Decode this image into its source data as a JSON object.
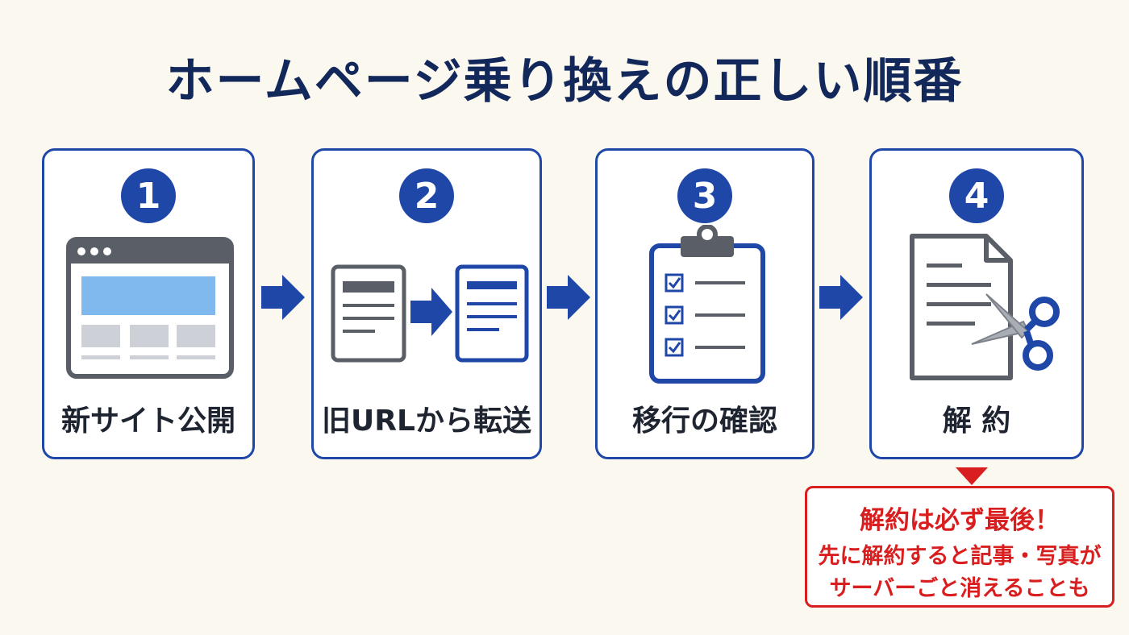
{
  "title": "ホームページ乗り換えの正しい順番",
  "steps": [
    {
      "number": "1",
      "label": "新サイト公開",
      "icon": "browser-window-icon"
    },
    {
      "number": "2",
      "label": "旧URLから転送",
      "icon": "url-redirect-icon"
    },
    {
      "number": "3",
      "label": "移行の確認",
      "icon": "clipboard-checklist-icon"
    },
    {
      "number": "4",
      "label": "解 約",
      "icon": "document-scissors-icon"
    }
  ],
  "callout": {
    "heading": "解約は必ず最後！",
    "lines": [
      "先に解約すると記事・写真が",
      "サーバーごと消えることも"
    ]
  },
  "colors": {
    "primary": "#1f47a8",
    "title": "#13285a",
    "warning": "#d81e1e",
    "background": "#fbf8f0",
    "browser_highlight": "#7fb9ee"
  }
}
